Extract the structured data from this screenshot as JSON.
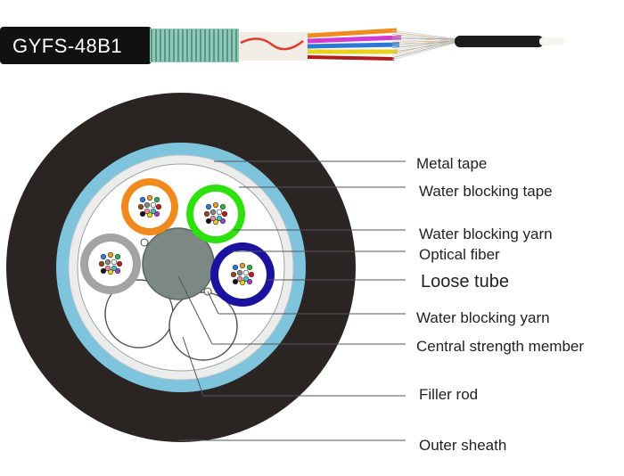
{
  "product": {
    "model_label": "GYFS-48B1"
  },
  "labels": [
    "Metal tape",
    "Water blocking tape",
    "Water blocking yarn",
    "Optical fiber",
    "Loose tube",
    "Water blocking yarn",
    "Central strength member",
    "Filler rod",
    "Outer sheath"
  ],
  "colors": {
    "outer_sheath": "#2a2522",
    "metal_tape": "#7ec4dc",
    "water_blocking_tape": "#ececec",
    "core_fill": "#ffffff",
    "central_strength_member": "#7c8884",
    "loose_tubes": [
      "#f08a1c",
      "#2ee10e",
      "#a3a3a3",
      "#1a13a0"
    ],
    "armor": "#8fc9b8"
  }
}
